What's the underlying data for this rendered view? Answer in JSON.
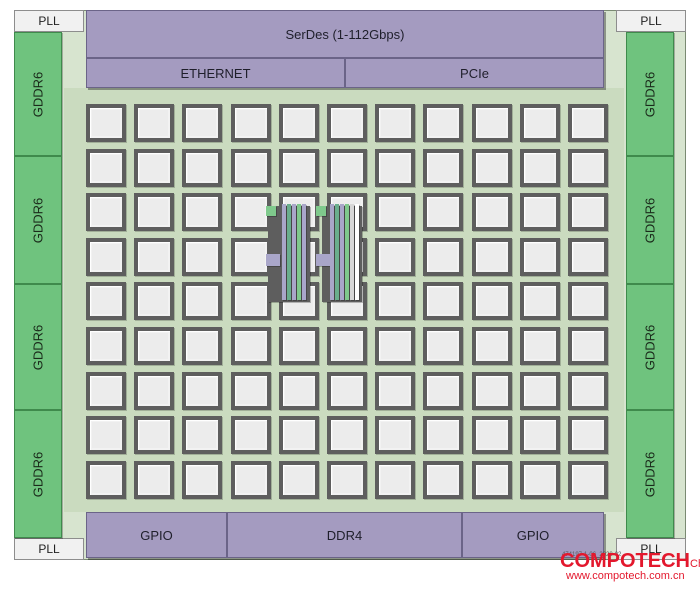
{
  "pll_label": "PLL",
  "serdes": {
    "label": "SerDes (1-112Gbps)"
  },
  "ethernet": {
    "label": "ETHERNET"
  },
  "pcie": {
    "label": "PCIe"
  },
  "gddr_label": "GDDR6",
  "bottom": {
    "gpio_left": "GPIO",
    "ddr4": "DDR4",
    "gpio_right": "GPIO"
  },
  "watermark": {
    "brand": "COMPOTECH",
    "region": "China",
    "url": "www.compotech.com.cn"
  },
  "tiny_id": "474197-1-06_2020-02",
  "colors": {
    "interface_purple": "#a49bc0",
    "memory_green": "#6fc37e",
    "fabric_background": "#cadbbf",
    "tile_fill": "#f2f2f2",
    "tile_border": "#5e5e5e",
    "watermark_red": "#e3182d"
  },
  "grid": {
    "rows": 9,
    "cols": 11
  },
  "stack_highlight": {
    "bar_colors": [
      "#7fc98c",
      "#a9a6c9",
      "#6aae8d",
      "#d7d7d7",
      "#ffffff"
    ]
  }
}
